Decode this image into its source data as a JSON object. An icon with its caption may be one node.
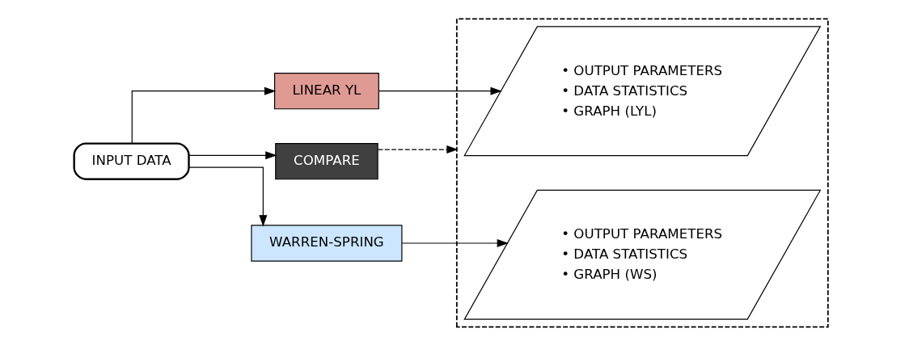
{
  "diagram": {
    "nodes": [
      {
        "text": [
          "INPUT DATA"
        ]
      },
      {
        "text": [
          "LINEAR YL"
        ]
      },
      {
        "text": [
          "WARREN-SPRING"
        ]
      },
      {
        "text": [
          "COMPARE"
        ]
      },
      {
        "text": [],
        "shape": "box"
      },
      {
        "text": [
          "• OUTPUT PARAMETERS",
          "• DATA STATISTICS",
          "• GRAPH (LYL)"
        ],
        "in": 4
      },
      {
        "text": [
          "• OUTPUT PARAMETERS",
          "• DATA STATISTICS",
          "• GRAPH (WS)"
        ],
        "in": 4
      }
    ],
    "edges": [
      {
        "from": 0,
        "to": 1,
        "arrow": "to"
      },
      {
        "from": 0,
        "to": 2,
        "arrow": "to"
      },
      {
        "from": 0,
        "to": 3,
        "arrow": "to"
      },
      {
        "from": 1,
        "to": 5,
        "arrow": "to"
      },
      {
        "from": 2,
        "to": 6,
        "arrow": "to"
      },
      {
        "from": 3,
        "to": 4,
        "arrow": "to",
        "style": "dashed"
      }
    ]
  }
}
